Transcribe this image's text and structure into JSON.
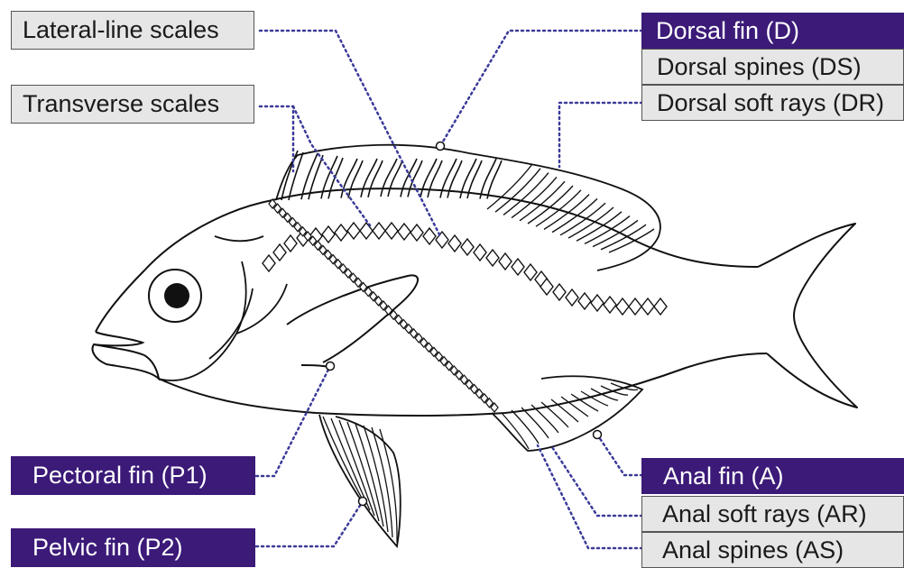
{
  "labels": {
    "lateral_line_scales": "Lateral-line scales",
    "transverse_scales": "Transverse scales",
    "dorsal_fin": "Dorsal fin (D)",
    "dorsal_spines": "Dorsal spines (DS)",
    "dorsal_soft_rays": "Dorsal soft rays (DR)",
    "pectoral_fin": "Pectoral fin (P1)",
    "pelvic_fin": "Pelvic fin (P2)",
    "anal_fin": "Anal fin (A)",
    "anal_soft_rays": "Anal soft rays (AR)",
    "anal_spines": "Anal spines (AS)"
  },
  "colors": {
    "dark_label_bg": "#3b1a78",
    "light_label_bg": "#e6e6e6",
    "leader_line": "#3b3b9a",
    "outline": "#111111"
  }
}
